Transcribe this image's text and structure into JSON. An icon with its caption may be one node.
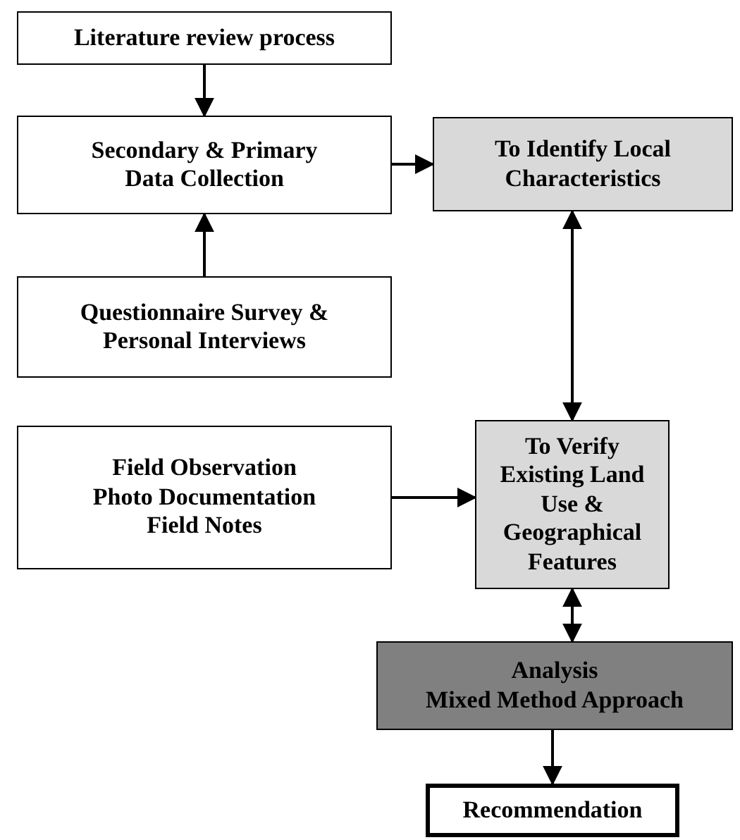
{
  "diagram": {
    "nodes": [
      {
        "text": [
          "Literature review process"
        ]
      },
      {
        "text": [
          "Secondary & Primary Data Collection"
        ]
      },
      {
        "text": [
          "To Identify Local Characteristics"
        ]
      },
      {
        "text": [
          "Questionnaire Survey & Personal Interviews"
        ]
      },
      {
        "text": [
          "Field Observation",
          "Photo Documentation",
          "Field Notes"
        ]
      },
      {
        "text": [
          "To Verify Existing Land Use & Geographical Features"
        ]
      },
      {
        "text": [
          "Analysis",
          "Mixed Method Approach"
        ]
      },
      {
        "text": [
          "Recommendation"
        ]
      }
    ],
    "edges": [
      {
        "from": 0,
        "to": 1,
        "arrow": "to"
      },
      {
        "from": 3,
        "to": 1,
        "arrow": "to"
      },
      {
        "from": 1,
        "to": 2,
        "arrow": "to"
      },
      {
        "from": 2,
        "to": 5,
        "arrow": "both"
      },
      {
        "from": 4,
        "to": 5,
        "arrow": "to"
      },
      {
        "from": 5,
        "to": 6,
        "arrow": "both"
      },
      {
        "from": 6,
        "to": 7,
        "arrow": "to"
      }
    ]
  }
}
